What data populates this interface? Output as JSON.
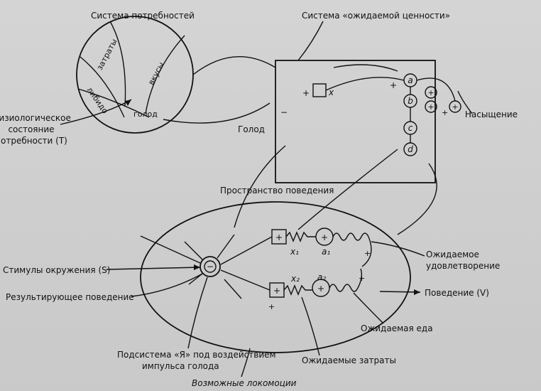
{
  "labels": {
    "needs_system": "Система потребностей",
    "costs": "затраты",
    "libido": "либидо",
    "tastes": "вкусы",
    "hunger_inner": "голод",
    "expected_value_system": "Система «ожидаемой ценности»",
    "physiological_state": [
      "Физиологическое",
      "состояние",
      "потребности (T)"
    ],
    "hunger": "Голод",
    "satiation": "Насыщение",
    "behavior_space": "Пространство поведения",
    "env_stimuli": "Стимулы окружения (S)",
    "resulting_behavior": "Результирующее поведение",
    "expected_satisfaction": [
      "Ожидаемое",
      "удовлетворение"
    ],
    "behavior_v": "Поведение (V)",
    "expected_food": "Ожидаемая еда",
    "expected_costs": "Ожидаемые затраты",
    "self_subsystem": [
      "Подсистема «Я» под воздействием",
      "импульса голода"
    ],
    "possible_locomotion": "Возможные локомоции"
  },
  "symbols": {
    "x": "x",
    "a": "a",
    "b": "b",
    "c": "c",
    "d": "d",
    "x1": "x₁",
    "x2": "x₂",
    "a1": "a₁",
    "a2": "a₂",
    "plus": "+",
    "minus": "−"
  }
}
